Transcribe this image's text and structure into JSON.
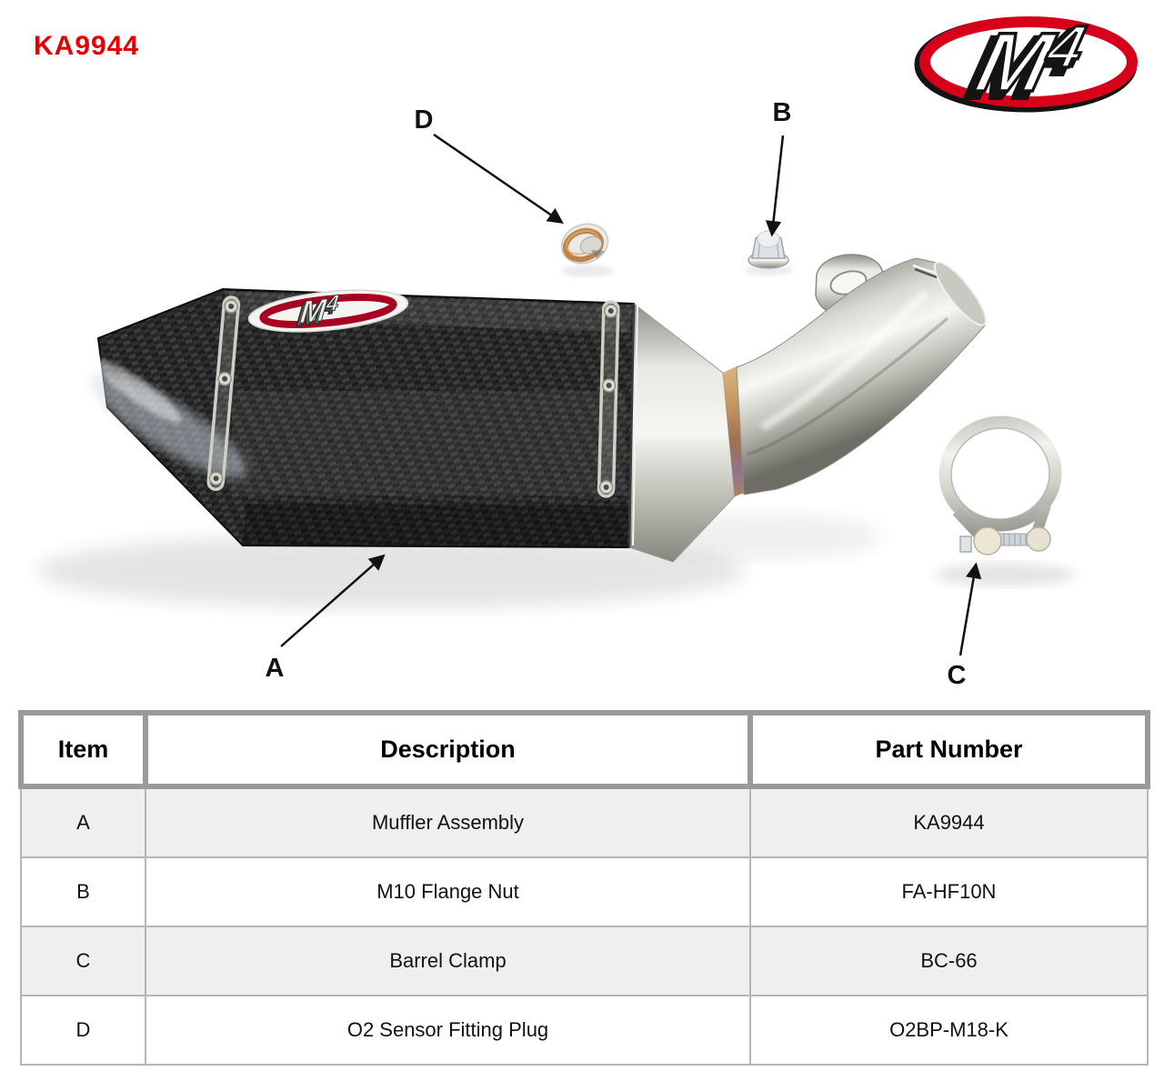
{
  "colors": {
    "accent_red": "#e60000",
    "logo_red": "#d6001b",
    "table_border_gray": "#9a9a9a",
    "row_alt_gray": "#efefef"
  },
  "header": {
    "part_code": "KA9944"
  },
  "brand_logo": {
    "m": "M",
    "four": "4"
  },
  "photo": {
    "sticker": {
      "m": "M",
      "four": "4"
    },
    "callouts": [
      {
        "id": "A"
      },
      {
        "id": "B"
      },
      {
        "id": "C"
      },
      {
        "id": "D"
      }
    ]
  },
  "table": {
    "headers": [
      "Item",
      "Description",
      "Part Number"
    ],
    "rows": [
      {
        "item": "A",
        "description": "Muffler Assembly",
        "part_number": "KA9944"
      },
      {
        "item": "B",
        "description": "M10 Flange Nut",
        "part_number": "FA-HF10N"
      },
      {
        "item": "C",
        "description": "Barrel Clamp",
        "part_number": "BC-66"
      },
      {
        "item": "D",
        "description": "O2 Sensor Fitting Plug",
        "part_number": "O2BP-M18-K"
      }
    ]
  }
}
